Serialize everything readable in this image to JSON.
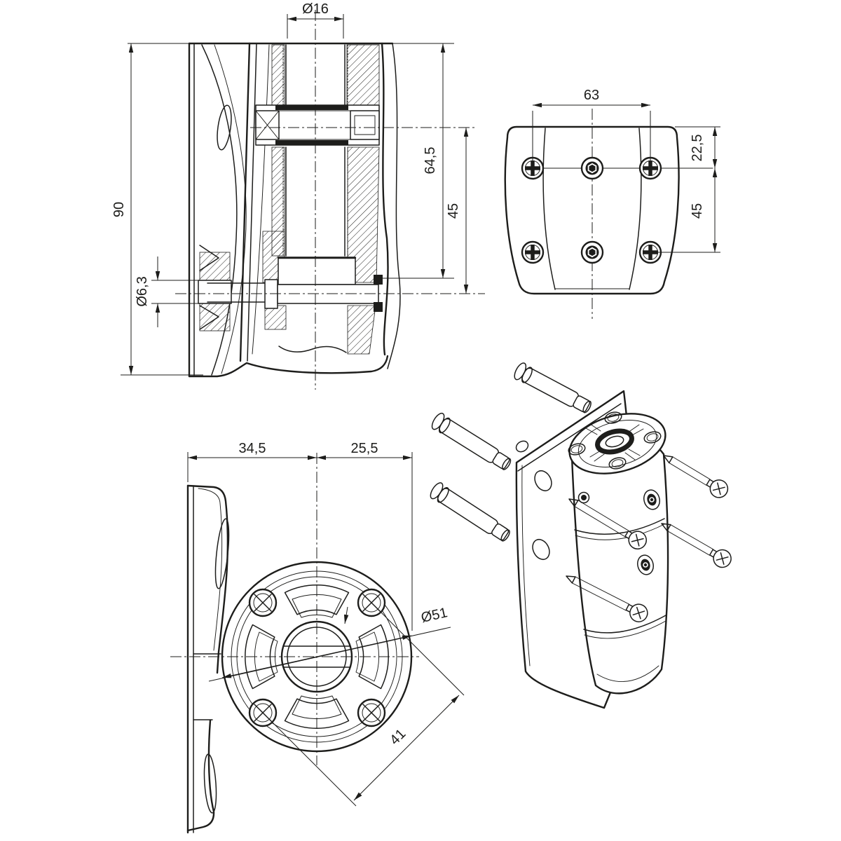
{
  "colors": {
    "background": "#ffffff",
    "line": "#1d1d1b"
  },
  "views": {
    "section": {
      "bore_diameter": "Ø16",
      "overall_height": "90",
      "upper_depth": "64,5",
      "bearing_to_pin": "45",
      "pin_diameter": "Ø6,3"
    },
    "back_plate": {
      "hole_spacing": "63",
      "edge_to_row": "22,5",
      "row_spacing": "45"
    },
    "top": {
      "plate_to_center": "34,5",
      "center_to_edge": "25,5",
      "flange_diameter": "Ø51",
      "hole_diagonal": "41"
    }
  }
}
